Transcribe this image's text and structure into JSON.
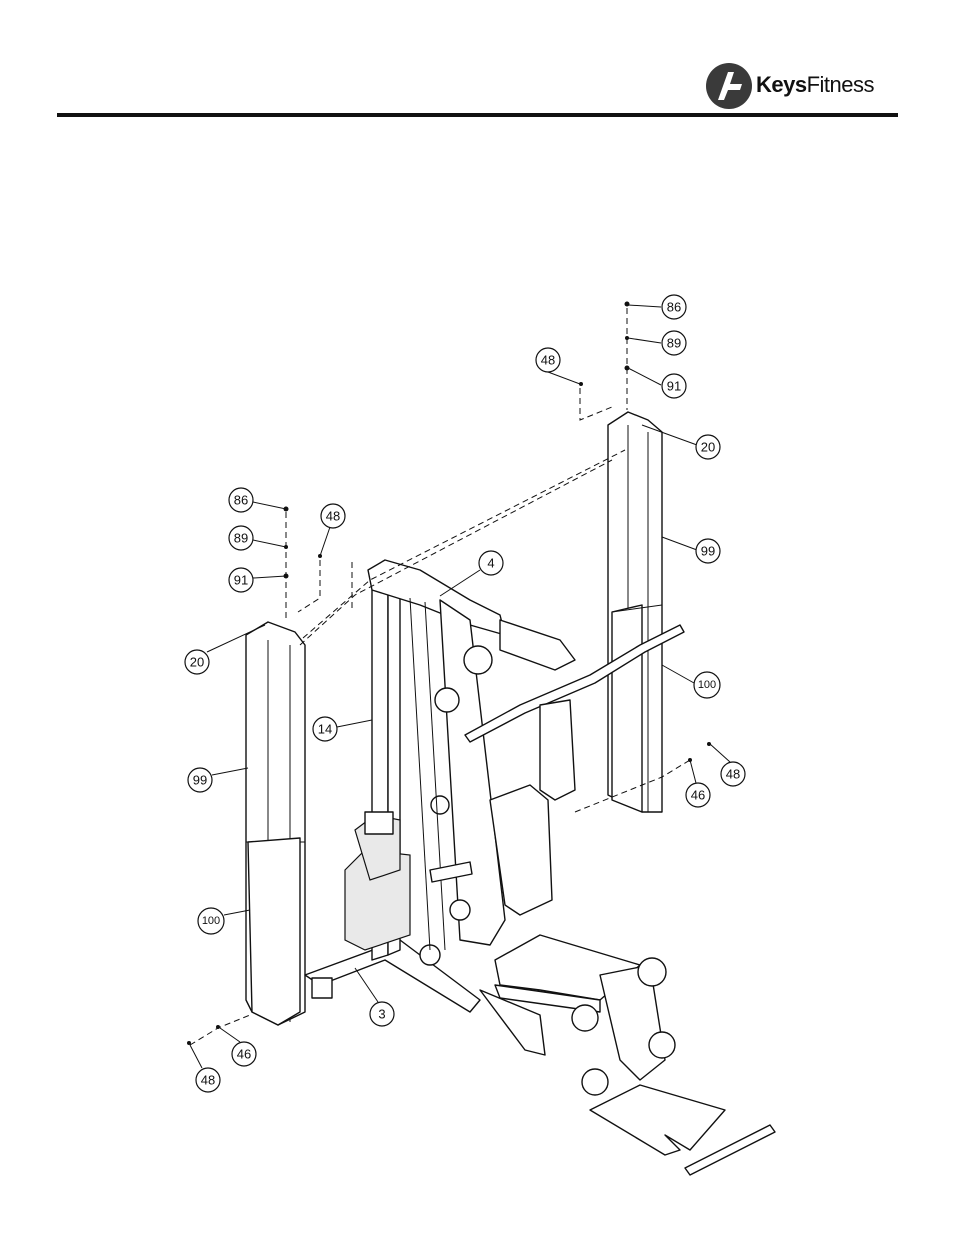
{
  "header": {
    "brand_part1": "Keys",
    "brand_part2": "Fitness",
    "logo_icon": "keys-fitness-logo-icon"
  },
  "callouts": [
    {
      "id": "c-86-right",
      "label": "86"
    },
    {
      "id": "c-89-right",
      "label": "89"
    },
    {
      "id": "c-91-right",
      "label": "91"
    },
    {
      "id": "c-48-top",
      "label": "48"
    },
    {
      "id": "c-20-right",
      "label": "20"
    },
    {
      "id": "c-99-right",
      "label": "99"
    },
    {
      "id": "c-100-right",
      "label": "100"
    },
    {
      "id": "c-48-right",
      "label": "48"
    },
    {
      "id": "c-46-right",
      "label": "46"
    },
    {
      "id": "c-86-left",
      "label": "86"
    },
    {
      "id": "c-89-left",
      "label": "89"
    },
    {
      "id": "c-91-left",
      "label": "91"
    },
    {
      "id": "c-48-left-top",
      "label": "48"
    },
    {
      "id": "c-20-left",
      "label": "20"
    },
    {
      "id": "c-4",
      "label": "4"
    },
    {
      "id": "c-14",
      "label": "14"
    },
    {
      "id": "c-99-left",
      "label": "99"
    },
    {
      "id": "c-100-left",
      "label": "100"
    },
    {
      "id": "c-3",
      "label": "3"
    },
    {
      "id": "c-46-left",
      "label": "46"
    },
    {
      "id": "c-48-left-bottom",
      "label": "48"
    }
  ]
}
